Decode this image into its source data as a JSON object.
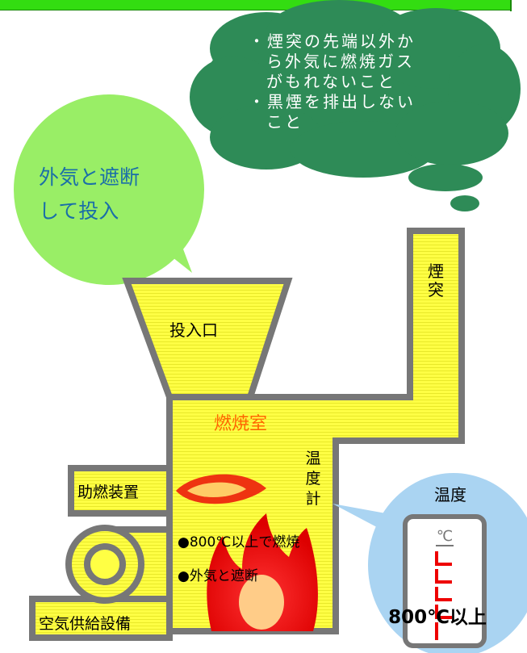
{
  "header": {
    "text": ""
  },
  "cloud": {
    "line1": "・煙突の先端以外か",
    "line2": "ら外気に燃焼ガス",
    "line3": "がもれないこと",
    "line4": "・黒煙を排出しない",
    "line5": "こと"
  },
  "bubble": {
    "line1": "外気と遮断",
    "line2": "して投入"
  },
  "labels": {
    "hopper": "投入口",
    "combustion_chamber": "燃焼室",
    "chimney_line1": "煙",
    "chimney_line2": "突",
    "thermometer_line1": "温",
    "thermometer_line2": "度",
    "thermometer_line3": "計",
    "auxiliary_burner": "助燃装置",
    "air_supply": "空気供給設備",
    "condition1": "●800℃以上で燃焼",
    "condition2": "●外気と遮断"
  },
  "temperature_callout": {
    "title": "温度",
    "unit": "℃",
    "reading": "800℃以上"
  },
  "colors": {
    "furnace_fill": "#ffff44",
    "furnace_border": "#777777",
    "cloud": "#2e8b57",
    "bubble": "#99ee66",
    "flame": "#ee1111",
    "callout": "#aad4f2",
    "header_bar": "#33dd11"
  }
}
